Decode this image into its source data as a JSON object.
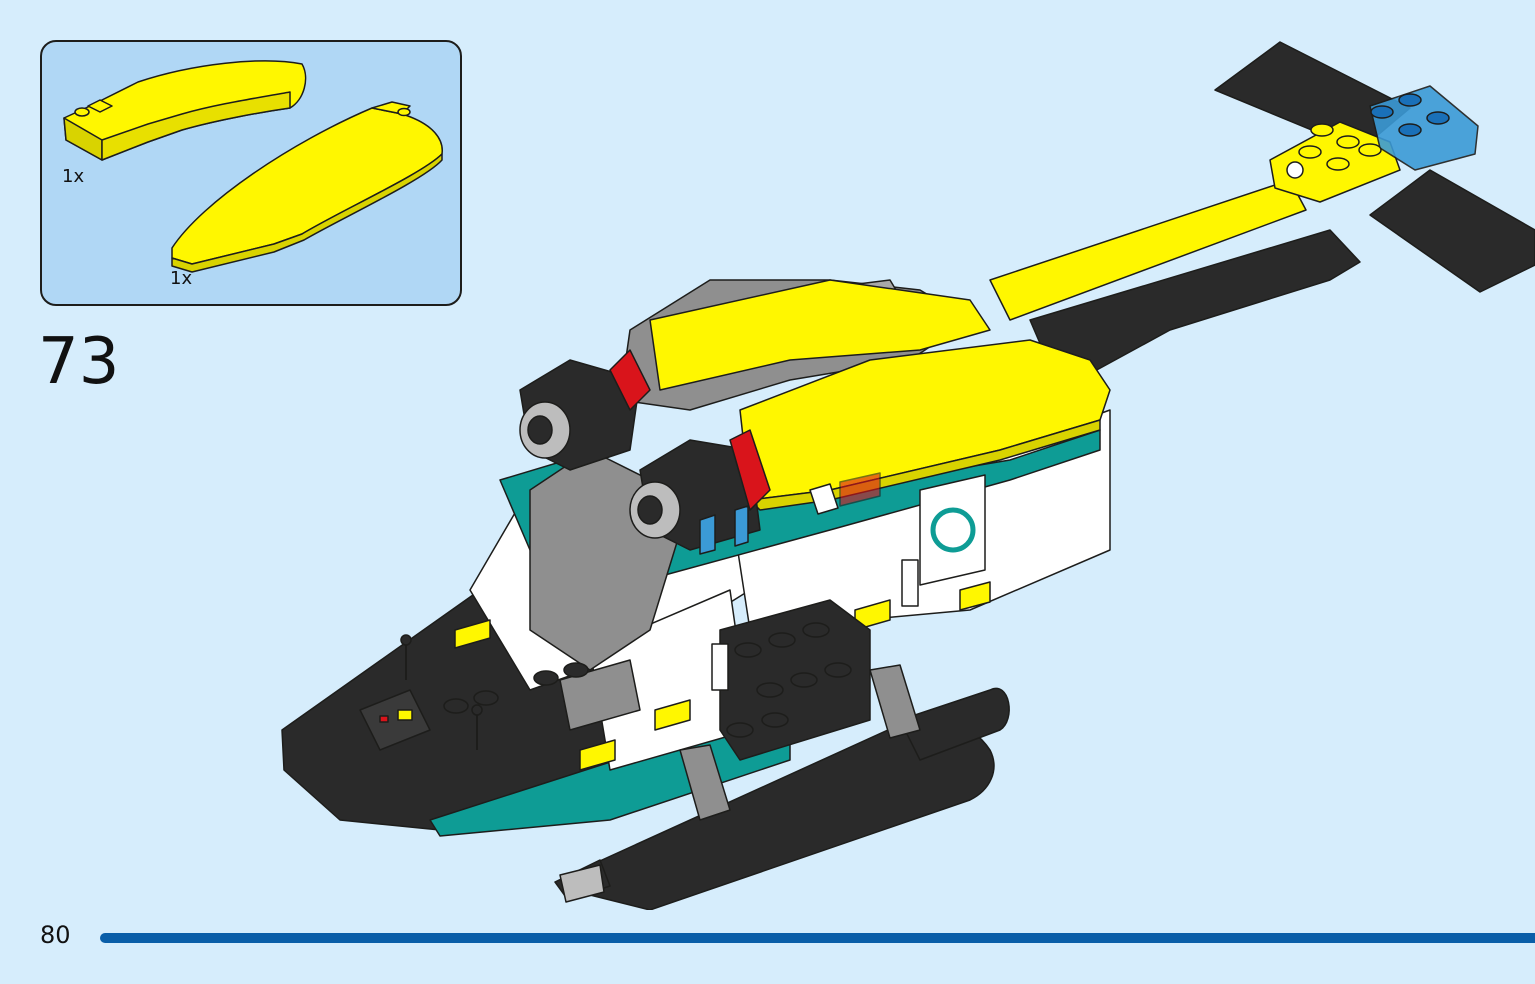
{
  "parts_callout": {
    "items": [
      {
        "quantity": "1x",
        "part_icon": "yellow-curved-slope-left",
        "color": "#fff700"
      },
      {
        "quantity": "1x",
        "part_icon": "yellow-curved-slope-right",
        "color": "#fff700"
      }
    ]
  },
  "step": {
    "number": "73"
  },
  "page": {
    "number": "80"
  },
  "colors": {
    "background": "#d6edfc",
    "panel": "#b0d7f5",
    "progress": "#0a5ea8",
    "yellow": "#fff700",
    "black": "#222222",
    "teal": "#0e9c95",
    "gray": "#8f8f8f",
    "white": "#ffffff",
    "trans_blue": "#3b9ad6",
    "red": "#d9141b"
  },
  "model": {
    "icon": "emergency-helicopter-model"
  }
}
